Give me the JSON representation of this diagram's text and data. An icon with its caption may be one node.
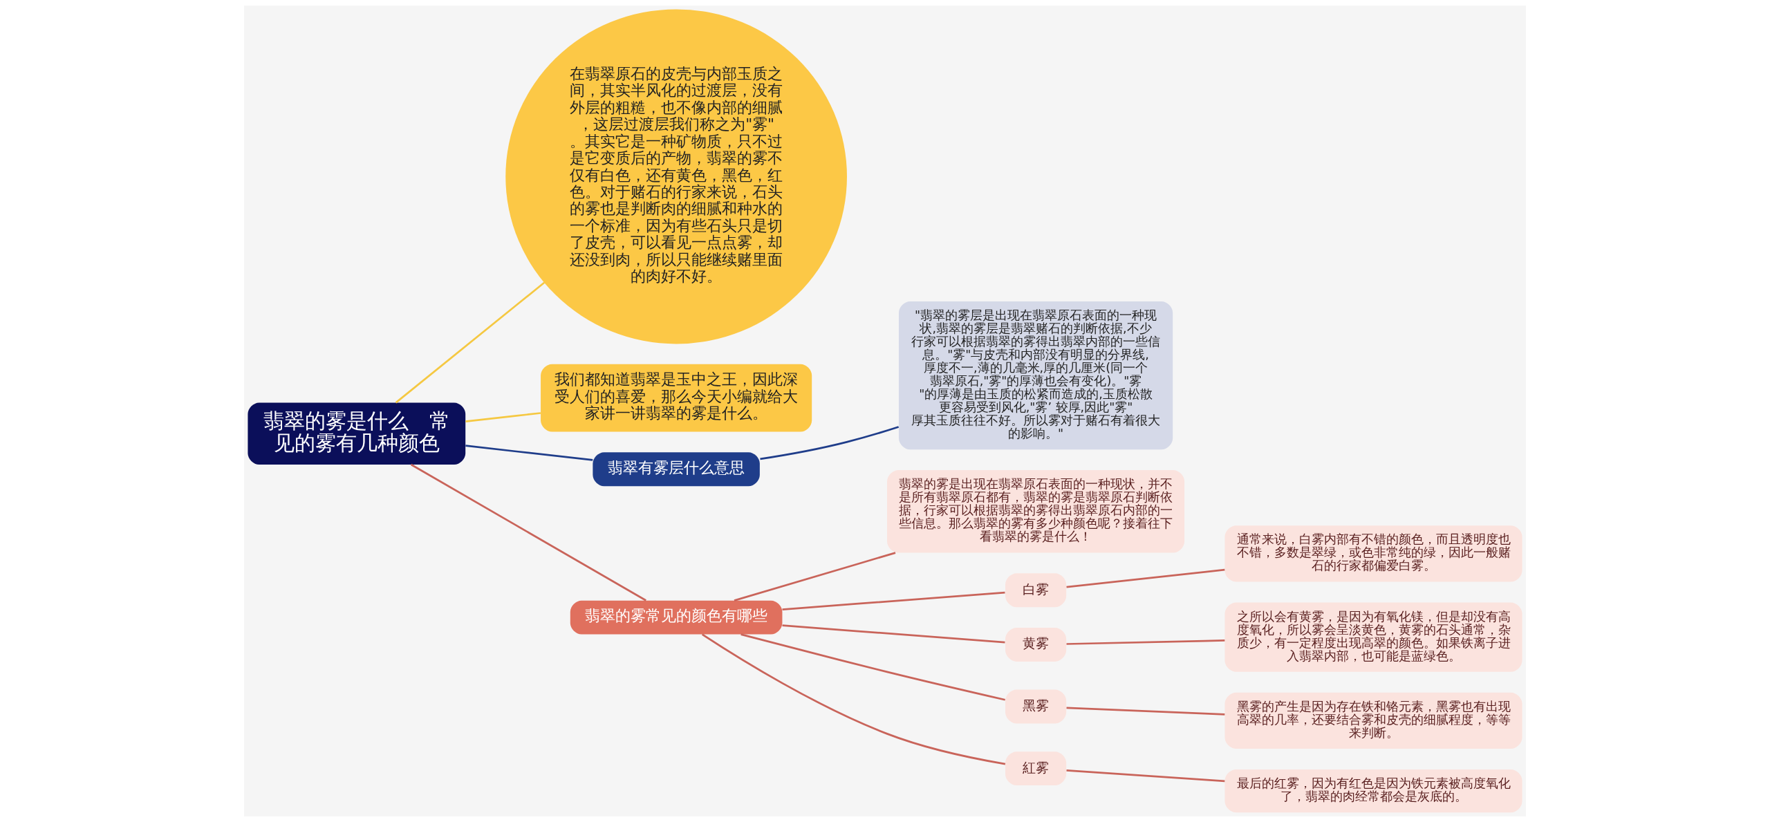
{
  "diagram": {
    "nodes": [
      {
        "text": [
          "翡翠的雾是什么　常见的雾有几种颜色"
        ]
      },
      {
        "text": [
          "在翡翠原石的皮壳与内部玉质之间，其实半风化的过渡层，没有外层的粗糙，也不像内部的细腻，这层过渡层我们称之为\"雾\"。其实它是一种矿物质，只不过是它变质后的产物，翡翠的雾不仅有白色，还有黄色，黑色，红色。对于赌石的行家来说，石头的雾也是判断肉的细腻和种水的一个标准，因为有些石头只是切了皮壳，可以看见一点点雾，却还没到肉，所以只能继续赌里面的肉好不好。"
        ]
      },
      {
        "text": [
          "我们都知道翡翠是玉中之王，因此深受人们的喜爱，那么今天小编就给大家讲一讲翡翠的雾是什么。"
        ]
      },
      {
        "text": [
          "翡翠有雾层什么意思"
        ]
      },
      {
        "text": [
          "\"翡翠的雾层是出现在翡翠原石表面的一种现状,翡翠的雾层是翡翠赌石的判断依据,不少行家可以根据翡翠的雾得出翡翠内部的一些信息。\"雾\"与皮壳和内部没有明显的分界线,厚度不一,薄的几毫米,厚的几厘米(同一个翡翠原石,\"雾\"的厚薄也会有变化)。\"雾\"的厚薄是由玉质的松紧而造成的,玉质松散更容易受到风化,\"雾’ 较厚,因此\"雾\"厚其玉质往往不好。所以雾对于赌石有着很大的影响。\""
        ]
      },
      {
        "text": [
          "翡翠的雾常见的颜色有哪些"
        ]
      },
      {
        "text": [
          "翡翠的雾是出现在翡翠原石表面的一种现状，并不是所有翡翠原石都有，翡翠的雾是翡翠原石判断依据，行家可以根据翡翠的雾得出翡翠原石内部的一些信息。那么翡翠的雾有多少种颜色呢？接着往下看翡翠的雾是什么！"
        ]
      },
      {
        "text": [
          "白雾"
        ]
      },
      {
        "text": [
          "通常来说，白雾内部有不错的颜色，而且透明度也不错，多数是翠绿，或色非常纯的绿，因此一般赌石的行家都偏爱白雾。"
        ]
      },
      {
        "text": [
          "黄雾"
        ]
      },
      {
        "text": [
          "之所以会有黄雾，是因为有氧化镁，但是却没有高度氧化，所以雾会呈淡黄色，黄雾的石头通常，杂质少，有一定程度出现高翠的颜色。如果铁离子进入翡翠内部，也可能是蓝绿色。"
        ]
      },
      {
        "text": [
          "黑雾"
        ]
      },
      {
        "text": [
          "黑雾的产生是因为存在铁和铬元素，黑雾也有出现高翠的几率，还要结合雾和皮壳的细腻程度，等等来判断。"
        ]
      },
      {
        "text": [
          "紅雾"
        ]
      },
      {
        "text": [
          "最后的红雾，因为有红色是因为铁元素被高度氧化了，翡翠的肉经常都会是灰底的。"
        ]
      }
    ],
    "edges": [
      {
        "from": 0,
        "to": 1,
        "arrow": "none",
        "color": "#f5c842"
      },
      {
        "from": 0,
        "to": 2,
        "arrow": "none",
        "color": "#f5c842"
      },
      {
        "from": 0,
        "to": 3,
        "arrow": "none",
        "color": "#1f3d8a"
      },
      {
        "from": 3,
        "to": 4,
        "arrow": "none",
        "color": "#1f3d8a"
      },
      {
        "from": 0,
        "to": 5,
        "arrow": "none"
      },
      {
        "from": 5,
        "to": 6,
        "arrow": "none"
      },
      {
        "from": 5,
        "to": 7,
        "arrow": "none"
      },
      {
        "from": 7,
        "to": 8,
        "arrow": "none"
      },
      {
        "from": 5,
        "to": 9,
        "arrow": "none"
      },
      {
        "from": 9,
        "to": 10,
        "arrow": "none"
      },
      {
        "from": 5,
        "to": 11,
        "arrow": "none"
      },
      {
        "from": 11,
        "to": 12,
        "arrow": "none"
      },
      {
        "from": 5,
        "to": 13,
        "arrow": "none"
      },
      {
        "from": 13,
        "to": 14,
        "arrow": "none"
      }
    ]
  }
}
